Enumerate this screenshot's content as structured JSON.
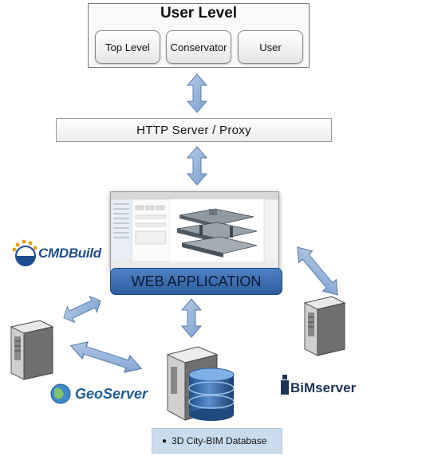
{
  "user_level": {
    "title": "User Level",
    "roles": [
      "Top Level",
      "Conservator",
      "User"
    ]
  },
  "http_server": {
    "label": "HTTP Server / Proxy"
  },
  "web_application": {
    "label": "WEB APPLICATION"
  },
  "logos": {
    "cmdbuild": "CMDBuild",
    "geoserver": "GeoServer",
    "bimserver": "BiMserver"
  },
  "database": {
    "label": "3D City-BIM Database"
  },
  "icons": [
    "double-arrow-icon",
    "server-icon",
    "database-icon"
  ],
  "colors": {
    "webapp_blue": "#3a6db0",
    "arrow_blue": "#8fb0d8",
    "db_label_bg": "#c9dced"
  }
}
